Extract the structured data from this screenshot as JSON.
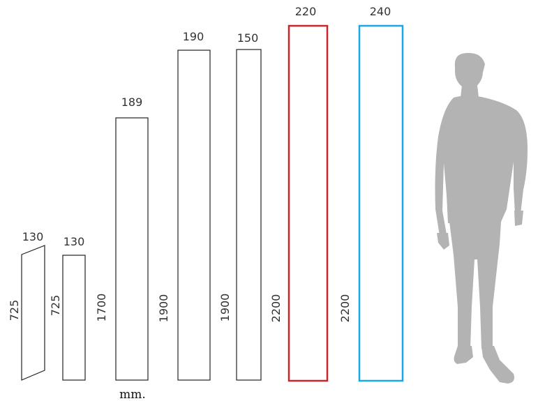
{
  "panels": [
    {
      "id": "panel-1",
      "width": "130",
      "height": "725",
      "outline": "#222222",
      "shape": "slanted"
    },
    {
      "id": "panel-2",
      "width": "130",
      "height": "725",
      "outline": "#222222",
      "shape": "rect"
    },
    {
      "id": "panel-3",
      "width": "189",
      "height": "1700",
      "outline": "#222222",
      "shape": "rect"
    },
    {
      "id": "panel-4",
      "width": "190",
      "height": "1900",
      "outline": "#222222",
      "shape": "rect"
    },
    {
      "id": "panel-5",
      "width": "150",
      "height": "1900",
      "outline": "#222222",
      "shape": "rect"
    },
    {
      "id": "panel-6",
      "width": "220",
      "height": "2200",
      "outline": "#c8262c",
      "shape": "rect"
    },
    {
      "id": "panel-7",
      "width": "240",
      "height": "2200",
      "outline": "#1aa7e6",
      "shape": "rect"
    }
  ],
  "unit": "mm.",
  "person": {
    "icon": "person-silhouette-icon",
    "color": "#b3b3b3"
  }
}
